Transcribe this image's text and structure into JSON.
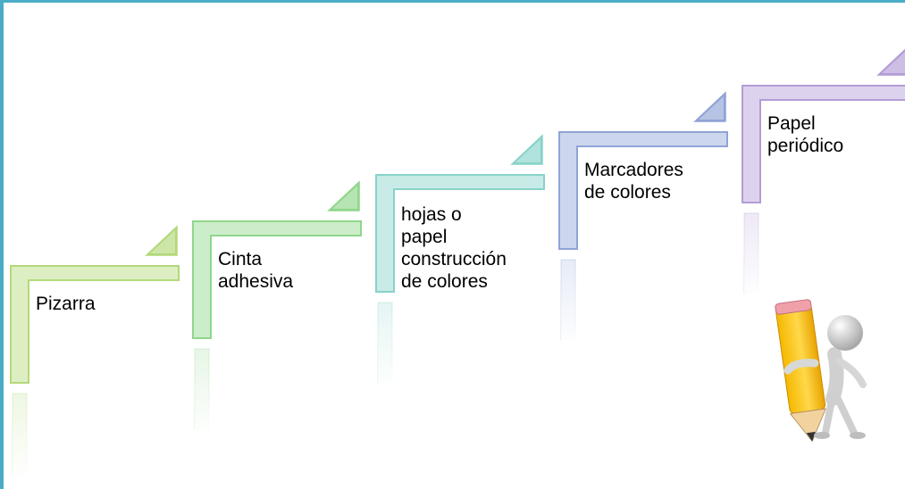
{
  "steps": [
    {
      "label": "Pizarra",
      "color": "#b3d97a"
    },
    {
      "label": "Cinta\nadhesiva",
      "color": "#8fd68a"
    },
    {
      "label": "hojas o\npapel\nconstrucción\nde colores",
      "color": "#88d3c9"
    },
    {
      "label": "Marcadores\nde colores",
      "color": "#8fa3d6"
    },
    {
      "label": "Papel\nperiódico",
      "color": "#b39cd6"
    }
  ],
  "frame_color": "#4bacc6",
  "mascot_icon": "pencil-mascot-icon"
}
